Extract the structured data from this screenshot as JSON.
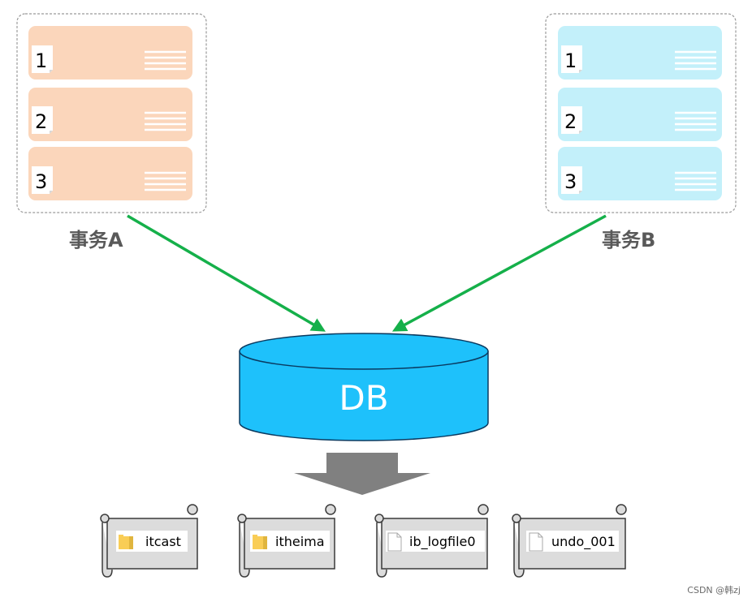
{
  "colors": {
    "transaction_a_row": "#fbd6bb",
    "transaction_b_row": "#c3f0fa",
    "db_fill": "#1ec1fb",
    "arrow_green": "#15b04a",
    "down_arrow": "#808080",
    "scroll_fill": "#dcdcdc",
    "folder_yellow": "#f9cd56",
    "label_gray": "#595959",
    "line_white": "#ffffff"
  },
  "transaction_a": {
    "label": "事务A",
    "rows": [
      "1",
      "2",
      "3"
    ]
  },
  "transaction_b": {
    "label": "事务B",
    "rows": [
      "1",
      "2",
      "3"
    ]
  },
  "database": {
    "label": "DB"
  },
  "files": [
    {
      "name": "itcast",
      "icon": "folder-icon"
    },
    {
      "name": "itheima",
      "icon": "folder-icon"
    },
    {
      "name": "ib_logfile0",
      "icon": "file-icon"
    },
    {
      "name": "undo_001",
      "icon": "file-icon"
    }
  ],
  "watermark": "CSDN @韩zj"
}
